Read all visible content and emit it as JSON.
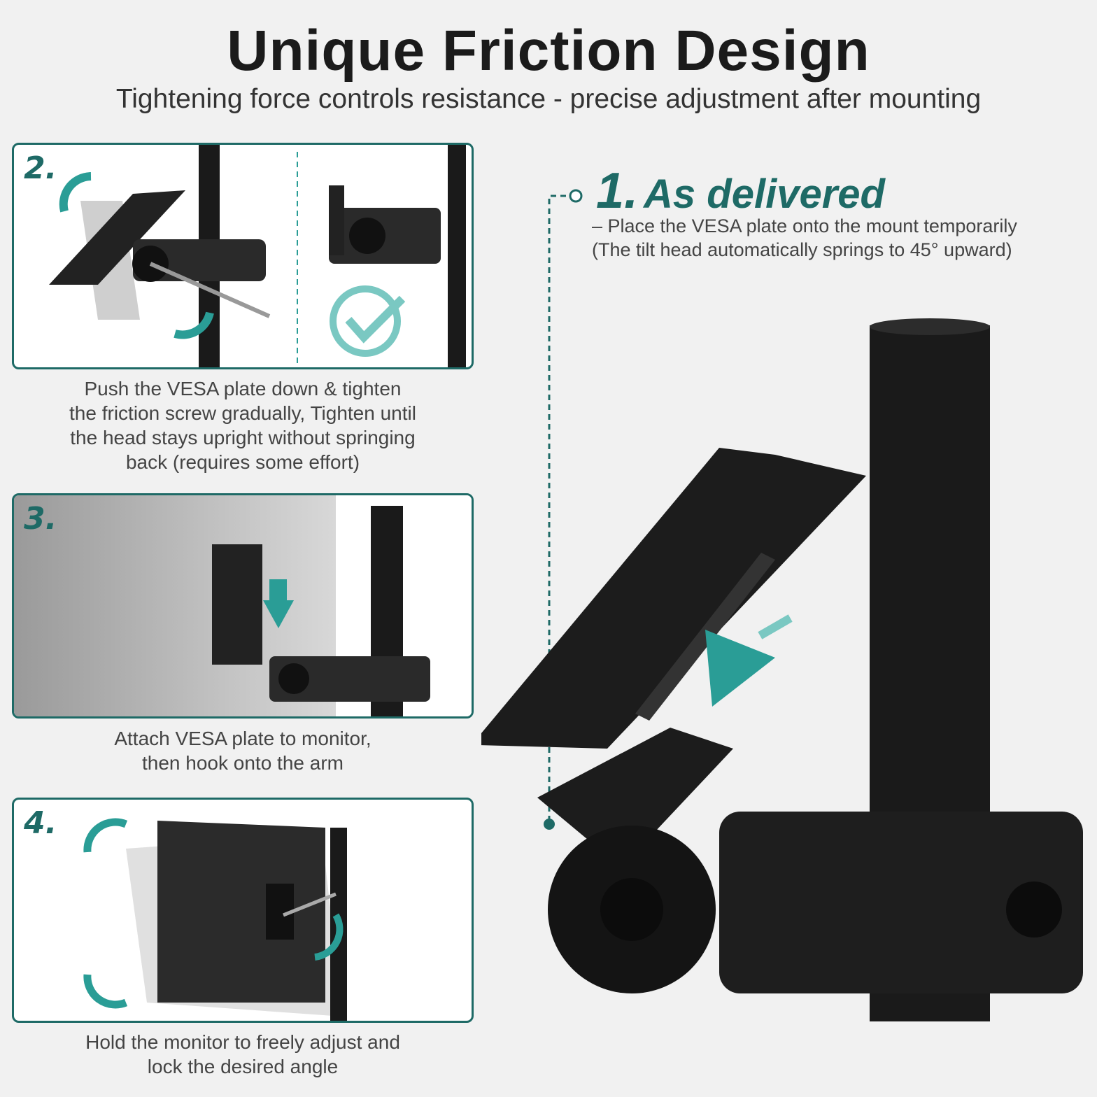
{
  "header": {
    "title": "Unique Friction Design",
    "subtitle": "Tightening force controls resistance - precise adjustment after mounting"
  },
  "step1": {
    "number": "1.",
    "title": "As delivered",
    "line1": "– Place the VESA plate onto the mount temporarily",
    "line2": "(The tilt head automatically springs to 45° upward)"
  },
  "step2": {
    "number": "2.",
    "caption_lines": [
      "Push the VESA plate down & tighten",
      "the friction screw gradually, Tighten until",
      "the head stays upright without springing",
      "back (requires some effort)"
    ]
  },
  "step3": {
    "number": "3.",
    "caption_lines": [
      "Attach VESA plate to monitor,",
      "then hook onto the arm"
    ]
  },
  "step4": {
    "number": "4.",
    "caption_lines": [
      "Hold the monitor to freely adjust and",
      "lock the desired angle"
    ]
  },
  "colors": {
    "accent": "#1e6a66",
    "teal": "#2a9d96",
    "background": "#f1f1f1",
    "metal": "#1a1a1a"
  },
  "icons": [
    "rotate-arrow-icon",
    "checkmark-circle-icon",
    "down-arrow-icon"
  ]
}
